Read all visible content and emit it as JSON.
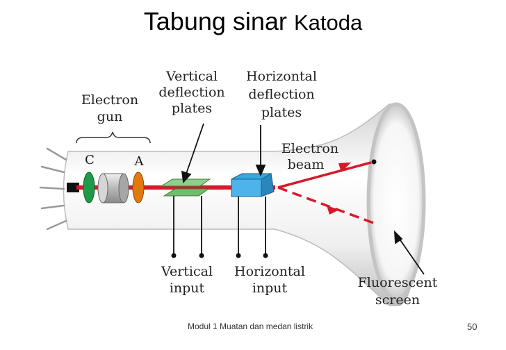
{
  "slide": {
    "title_main": "Tabung sinar",
    "title_tail": "Katoda"
  },
  "labels": {
    "electron_gun_1": "Electron",
    "electron_gun_2": "gun",
    "vertical_plates_1": "Vertical",
    "vertical_plates_2": "deflection",
    "vertical_plates_3": "plates",
    "horizontal_plates_1": "Horizontal",
    "horizontal_plates_2": "deflection",
    "horizontal_plates_3": "plates",
    "electron_beam_1": "Electron",
    "electron_beam_2": "beam",
    "cathode": "C",
    "anode": "A",
    "vertical_input_1": "Vertical",
    "vertical_input_2": "input",
    "horizontal_input_1": "Horizontal",
    "horizontal_input_2": "input",
    "screen_1": "Fluorescent",
    "screen_2": "screen"
  },
  "footer": {
    "module": "Modul 1 Muatan dan medan listrik",
    "page_number": "50"
  },
  "colors": {
    "beam": "#d8192a",
    "cathode": "#1e9a48",
    "anode": "#e07a10",
    "vertical_plates": "#8cd08a",
    "horizontal_plates": "#38a8e0"
  }
}
